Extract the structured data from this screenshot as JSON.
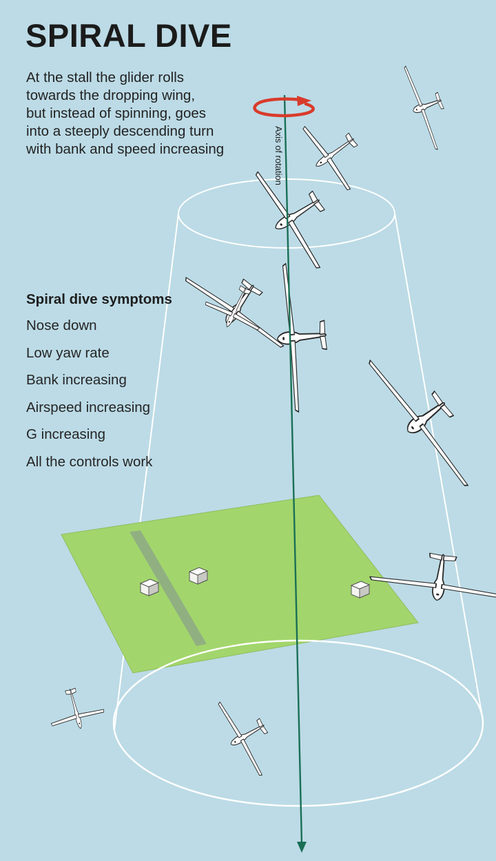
{
  "title": "SPIRAL DIVE",
  "intro_lines": [
    "At the stall the glider rolls",
    "towards the dropping wing,",
    "but instead of spinning, goes",
    "into a steeply descending turn",
    "with bank and speed increasing"
  ],
  "axis_label": "Axis of rotation",
  "symptoms": {
    "heading": "Spiral dive symptoms",
    "items": [
      "Nose down",
      "Low yaw rate",
      "Bank increasing",
      "Airspeed increasing",
      "G increasing",
      "All the controls work"
    ]
  },
  "colors": {
    "sky": "#bcdbe6",
    "field": "#a2d66c",
    "runway": "#8ea985",
    "axis": "#1a6f55",
    "rotation_arrow": "#d93b2b",
    "cone_outline": "#ffffff",
    "glider_fill": "#ffffff",
    "glider_outline": "#2a2a2a"
  },
  "icons": {
    "rotation": "curved-arrow-icon",
    "glider": "glider-icon",
    "building": "building-icon"
  }
}
